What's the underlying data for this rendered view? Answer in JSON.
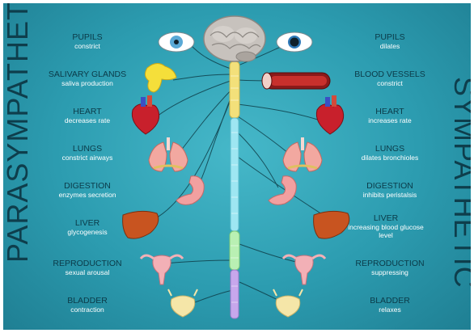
{
  "titles": {
    "left": "PARASYMPATHETIC",
    "right": "SYMPATHETIC"
  },
  "parasympathetic": [
    {
      "organ": "PUPILS",
      "effect": "constrict"
    },
    {
      "organ": "SALIVARY GLANDS",
      "effect": "saliva production"
    },
    {
      "organ": "HEART",
      "effect": "decreases rate"
    },
    {
      "organ": "LUNGS",
      "effect": "constrict airways"
    },
    {
      "organ": "DIGESTION",
      "effect": "enzymes secretion"
    },
    {
      "organ": "LIVER",
      "effect": "glycogenesis"
    },
    {
      "organ": "REPRODUCTION",
      "effect": "sexual arousal"
    },
    {
      "organ": "BLADDER",
      "effect": "contraction"
    }
  ],
  "sympathetic": [
    {
      "organ": "PUPILS",
      "effect": "dilates"
    },
    {
      "organ": "BLOOD VESSELS",
      "effect": "constrict"
    },
    {
      "organ": "HEART",
      "effect": "increases rate"
    },
    {
      "organ": "LUNGS",
      "effect": "dilates bronchioles"
    },
    {
      "organ": "DIGESTION",
      "effect": "inhibits peristalsis"
    },
    {
      "organ": "LIVER",
      "effect": "increasing blood glucose level"
    },
    {
      "organ": "REPRODUCTION",
      "effect": "suppressing"
    },
    {
      "organ": "BLADDER",
      "effect": "relaxes"
    }
  ],
  "icons": {
    "left": [
      "eye-icon",
      "salivary-gland-icon",
      "heart-icon",
      "lungs-icon",
      "stomach-icon",
      "liver-icon",
      "uterus-icon",
      "bladder-icon"
    ],
    "right": [
      "eye-dilated-icon",
      "blood-vessel-icon",
      "heart-icon",
      "lungs-icon",
      "stomach-icon",
      "liver-icon",
      "uterus-icon",
      "bladder-icon"
    ]
  },
  "colors": {
    "background": "#2c9cb0",
    "heading": "#0b3a48",
    "nerve": "#ffffff",
    "spine_cervical": "#f3e07a",
    "spine_thoracic": "#9ee6f2",
    "spine_lumbar": "#b9f0b3",
    "spine_sacral": "#c7a7ec"
  }
}
